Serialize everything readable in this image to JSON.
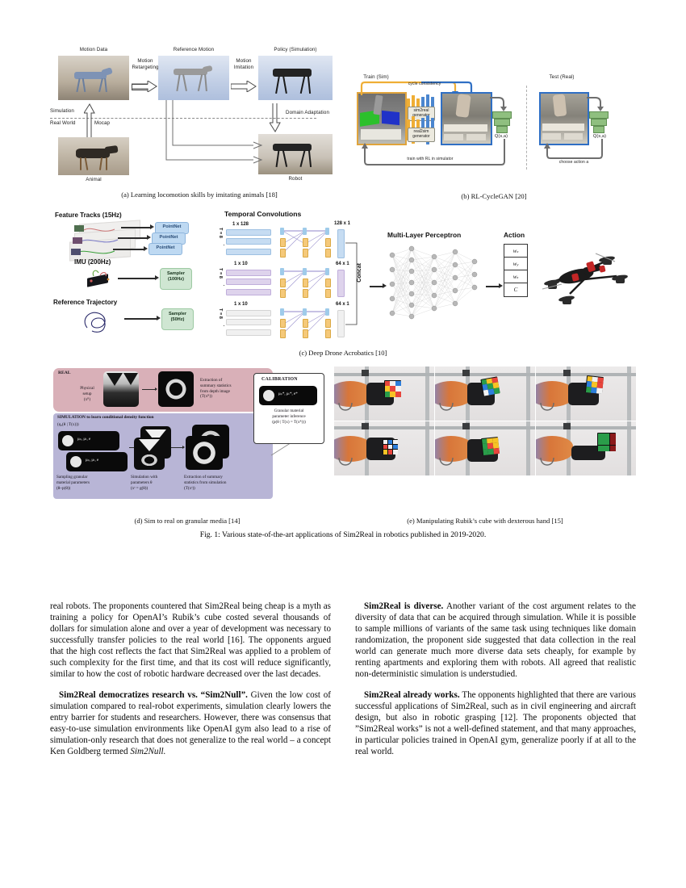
{
  "figure": {
    "main_caption": "Fig. 1: Various state-of-the-art applications of Sim2Real in robotics published in 2019-2020.",
    "subfigures": [
      {
        "id": "a",
        "caption": "(a) Learning locomotion skills by imitating animals [18]"
      },
      {
        "id": "b",
        "caption": "(b) RL-CycleGAN [20]"
      },
      {
        "id": "c",
        "caption": "(c) Deep Drone Acrobatics [10]"
      },
      {
        "id": "d",
        "caption": "(d) Sim to real on granular media [14]"
      },
      {
        "id": "e",
        "caption": "(e) Manipulating Rubik’s cube with dexterous hand [15]"
      }
    ],
    "a_labels": {
      "motion_data": "Motion Data",
      "motion_retargeting": "Motion\nRetargeting",
      "reference_motion": "Reference Motion",
      "motion_imitation": "Motion\nImitation",
      "policy_simulation": "Policy (Simulation)",
      "simulation": "Simulation",
      "real_world": "Real World",
      "mocap": "Mocap",
      "domain_adaptation": "Domain\nAdaptation",
      "animal": "Animal",
      "robot": "Robot"
    },
    "b_labels": {
      "train_sim": "Train (Sim)",
      "test_real": "Test (Real)",
      "cycle_consistency": "cycle consistency",
      "sim2real_generator": "sim2real\ngenerator",
      "real2sim_generator": "real2sim\ngenerator",
      "train_with_rl": "train with RL in simulator",
      "q_left": "Q(s,a)",
      "q_right": "Q(s,a)",
      "choose_action": "choose action a"
    },
    "c_labels": {
      "feature_tracks": "Feature Tracks (15Hz)",
      "imu": "IMU (200Hz)",
      "reference_trajectory": "Reference Trajectory",
      "pointnet": "PointNet",
      "sampler_100": "Sampler\n(100Hz)",
      "sampler_50": "Sampler\n(50Hz)",
      "temporal_convolutions": "Temporal Convolutions",
      "dim_1x128": "1 x 128",
      "dim_1x10_a": "1 x 10",
      "dim_1x10_b": "1 x 10",
      "out_128x1": "128 x 1",
      "out_64x1_a": "64 x 1",
      "out_64x1_b": "64 x 1",
      "t_eq_8": "T = 8",
      "concat": "Concat",
      "mlp": "Multi-Layer Perceptron",
      "action": "Action",
      "action_items": [
        "w",
        "w",
        "w",
        "C"
      ],
      "action_subs": [
        "x",
        "y",
        "z",
        ""
      ]
    },
    "d_labels": {
      "real": "REAL",
      "physical_setup": "Physical\nsetup\n(xᴿ)",
      "extraction_real": "Extraction of\nsummary statistics\nfrom depth image\n(T(xᴿ))",
      "simulation_title": "SIMULATION to learn conditional density function",
      "simulation_sub": "(qᵩ(θ | T(x)))",
      "sampling": "Sampling granular\nmaterial parameters\n(θ~p(θ))",
      "sim_with_params": "Simulation with\nparameters θ\n(xˢ = g(θ))",
      "extraction_sim": "Extraction of summary\nstatistics from simulation\n(T(xˢ))",
      "calibration": "CALIBRATION",
      "calibration_sub": "Granular material\nparameter inference\n(p(θ | T(x) = T(xᴿ)))",
      "params": "μₚ, μₜ, e",
      "params_star": "μₚ*, μₜ*, e*"
    }
  },
  "colors": {
    "real_panel": "#d9b0b8",
    "sim_panel": "#b8b5d6",
    "orange_frame": "#e0a43c",
    "blue_frame": "#2f6fc4",
    "gan_orange": "#efae35",
    "gan_blue": "#4b86cf",
    "green_block": "#8fbf7f",
    "tc_blue": "#c6dcf2",
    "tc_purple": "#ded3ec",
    "tc_gray": "#f0f0f0",
    "pointnet": "#bed9f2",
    "sampler": "#cfe6d2",
    "kernel_orange": "#f5c97a"
  },
  "text": {
    "left_column": [
      {
        "id": "p-cost-continued",
        "runin": "",
        "content": "real robots. The proponents countered that Sim2Real being cheap is a myth as training a policy for OpenAI’s Rubik’s cube costed several thousands of dollars for simulation alone and over a year of development was necessary to successfully transfer policies to the real world [16]. The opponents argued that the high cost reflects the fact that Sim2Real was applied to a problem of such complexity for the first time, and that its cost will reduce significantly, similar to how the cost of robotic hardware decreased over the last decades."
      },
      {
        "id": "p-democratizes",
        "runin": "Sim2Real democratizes research vs. “Sim2Null”.",
        "content": " Given the low cost of simulation compared to real-robot experiments, simulation clearly lowers the entry barrier for students and researchers. However, there was consensus that easy-to-use simulation environments like OpenAI gym also lead to a rise of simulation-only research that does not generalize to the real world – a concept Ken Goldberg termed ",
        "italic_tail": "Sim2Null.",
        "tail": ""
      }
    ],
    "right_column": [
      {
        "id": "p-diverse",
        "runin": "Sim2Real is diverse.",
        "content": " Another variant of the cost argument relates to the diversity of data that can be acquired through simulation. While it is possible to sample millions of variants of the same task using techniques like domain randomization, the proponent side suggested that data collection in the real world can generate much more diverse data sets cheaply, for example by renting apartments and exploring them with robots. All agreed that realistic non-deterministic simulation is understudied."
      },
      {
        "id": "p-already-works",
        "runin": "Sim2Real already works.",
        "content": " The opponents highlighted that there are various successful applications of Sim2Real, such as in civil engineering and aircraft design, but also in robotic grasping [12]. The proponents objected that ”Sim2Real works” is not a well-defined statement, and that many approaches, in particular policies trained in OpenAI gym, generalize poorly if at all to the real world."
      }
    ]
  }
}
